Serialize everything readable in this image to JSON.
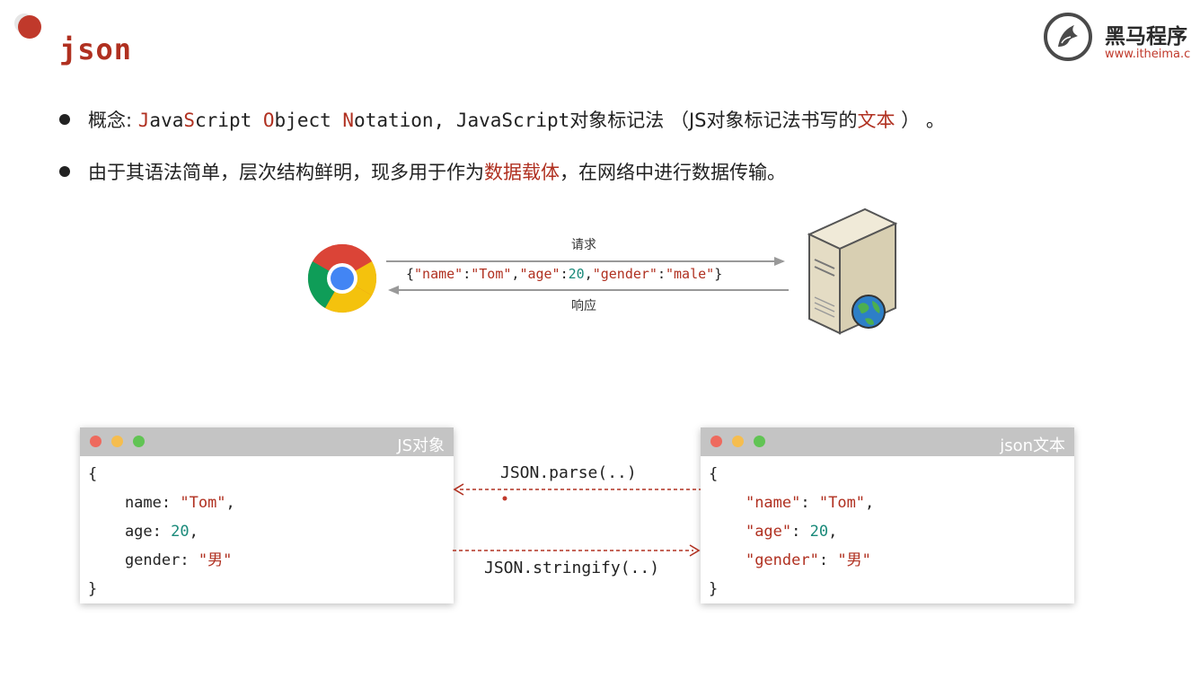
{
  "title": "json",
  "logo": {
    "name": "黑马程序",
    "url": "www.itheima.c"
  },
  "bullets": {
    "b1": {
      "prefix": "概念: ",
      "j1": "J",
      "j1_rest": "ava",
      "s1": "S",
      "s1_rest": "cript ",
      "o1": "O",
      "o1_rest": "bject ",
      "n1": "N",
      "n1_rest": "otation, JavaScript",
      "cn": "对象标记法 （JS对象标记法书写的",
      "hl": "文本",
      "tail": " ） 。"
    },
    "b2": {
      "before": "由于其语法简单，层次结构鲜明，现多用于作为",
      "hl": "数据载体",
      "after": "，在网络中进行数据传输。"
    }
  },
  "diagram": {
    "request_label": "请求",
    "response_label": "响应",
    "request_json": {
      "p1": "{",
      "k1": "\"name\"",
      "c1": ":",
      "v1": "\"Tom\"",
      "c2": ",",
      "k2": "\"age\"",
      "c3": ":",
      "v2": "20",
      "c4": ",",
      "k3": "\"gender\"",
      "c5": ":",
      "v3": "\"male\"",
      "p2": "}"
    }
  },
  "js_object_window": {
    "title": "JS对象",
    "lines": {
      "open": "{",
      "name_key": "    name: ",
      "name_val": "\"Tom\"",
      "name_end": ",",
      "age_key": "    age: ",
      "age_val": "20",
      "age_end": ",",
      "gender_key": "    gender: ",
      "gender_val": "\"男\"",
      "close": "}"
    }
  },
  "json_text_window": {
    "title": "json文本",
    "lines": {
      "open": "{",
      "name_key": "\"name\"",
      "name_val": "\"Tom\"",
      "age_key": "\"age\"",
      "age_val": "20",
      "gender_key": "\"gender\"",
      "gender_val": "\"男\"",
      "sep": ": ",
      "comma": ",",
      "close": "}"
    }
  },
  "ops": {
    "parse": "JSON.parse(..)",
    "stringify": "JSON.stringify(..)"
  },
  "colors": {
    "accent": "#b03020",
    "number": "#1a8a7a",
    "window_bar": "#c4c4c4"
  }
}
